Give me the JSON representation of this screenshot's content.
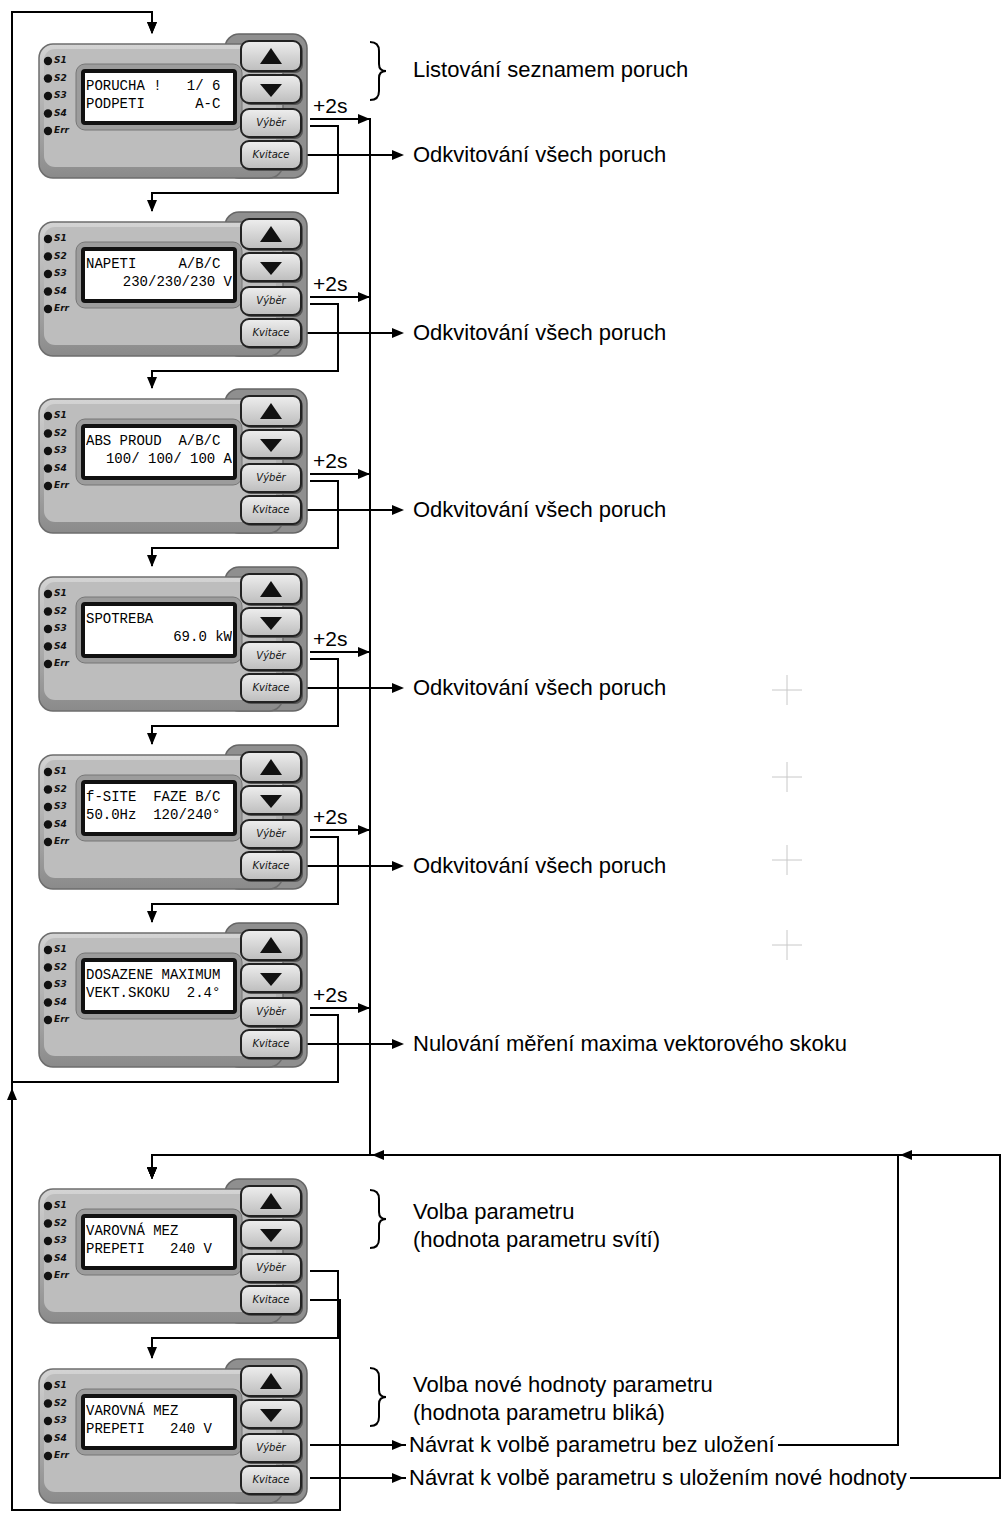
{
  "diagram": {
    "nodes": [
      {
        "text": [
          "S1",
          "S2",
          "S3",
          "S4",
          "Err",
          "PORUCHA !   1/ 6",
          "PODPETI      A-C",
          "Výběr",
          "Kvitace"
        ]
      },
      {
        "text": [
          "S1",
          "S2",
          "S3",
          "S4",
          "Err",
          "NAPETI     A/B/C",
          "230/230/230 V",
          "Výběr",
          "Kvitace"
        ]
      },
      {
        "text": [
          "S1",
          "S2",
          "S3",
          "S4",
          "Err",
          "ABS PROUD  A/B/C",
          "100/ 100/ 100 A",
          "Výběr",
          "Kvitace"
        ]
      },
      {
        "text": [
          "S1",
          "S2",
          "S3",
          "S4",
          "Err",
          "SPOTREBA",
          "69.0 kW",
          "Výběr",
          "Kvitace"
        ]
      },
      {
        "text": [
          "S1",
          "S2",
          "S3",
          "S4",
          "Err",
          "f-SITE  FAZE B/C",
          "50.0Hz  120/240°",
          "Výběr",
          "Kvitace"
        ]
      },
      {
        "text": [
          "S1",
          "S2",
          "S3",
          "S4",
          "Err",
          "DOSAZENE MAXIMUM",
          "VEKT.SKOKU  2.4°",
          "Výběr",
          "Kvitace"
        ]
      },
      {
        "text": [
          "S1",
          "S2",
          "S3",
          "S4",
          "Err",
          "VAROVNÁ MEZ",
          "PREPETI   240 V",
          "Výběr",
          "Kvitace"
        ]
      },
      {
        "text": [
          "S1",
          "S2",
          "S3",
          "S4",
          "Err",
          "VAROVNÁ MEZ",
          "PREPETI   240 V",
          "Výběr",
          "Kvitace"
        ]
      }
    ],
    "edges": [
      {
        "from": 0,
        "to": 1,
        "arrow": "to"
      },
      {
        "from": 1,
        "to": 2,
        "arrow": "to"
      },
      {
        "from": 2,
        "to": 3,
        "arrow": "to"
      },
      {
        "from": 3,
        "to": 4,
        "arrow": "to"
      },
      {
        "from": 4,
        "to": 5,
        "arrow": "to"
      },
      {
        "from": 5,
        "to": 0,
        "arrow": "to"
      },
      {
        "from": 0,
        "to": 6,
        "label": "+2s",
        "arrow": "to"
      },
      {
        "from": 1,
        "to": 6,
        "label": "+2s",
        "arrow": "to"
      },
      {
        "from": 2,
        "to": 6,
        "label": "+2s",
        "arrow": "to"
      },
      {
        "from": 3,
        "to": 6,
        "label": "+2s",
        "arrow": "to"
      },
      {
        "from": 4,
        "to": 6,
        "label": "+2s",
        "arrow": "to"
      },
      {
        "from": 5,
        "to": 6,
        "label": "+2s",
        "arrow": "to"
      },
      {
        "from": 6,
        "to": 7,
        "arrow": "to"
      },
      {
        "from": 6,
        "to": 0,
        "arrow": "to"
      },
      {
        "from": 7,
        "to": 6,
        "arrow": "to"
      },
      {
        "from": 7,
        "to": 6,
        "arrow": "to"
      }
    ],
    "labels": [
      "Listování seznamem poruch",
      "Odkvitování všech poruch",
      "Odkvitování všech poruch",
      "Odkvitování všech poruch",
      "Odkvitování všech poruch",
      "Odkvitování všech poruch",
      "Nulování měření maxima vektorového skoku",
      "Volba parametru",
      "(hodnota parametru svítí)",
      "Volba nové hodnoty parametru",
      "(hodnota parametru bliká)",
      "Návrat k volbě parametru bez uložení",
      "Návrat k volbě parametru s uložením nové hodnoty"
    ]
  }
}
